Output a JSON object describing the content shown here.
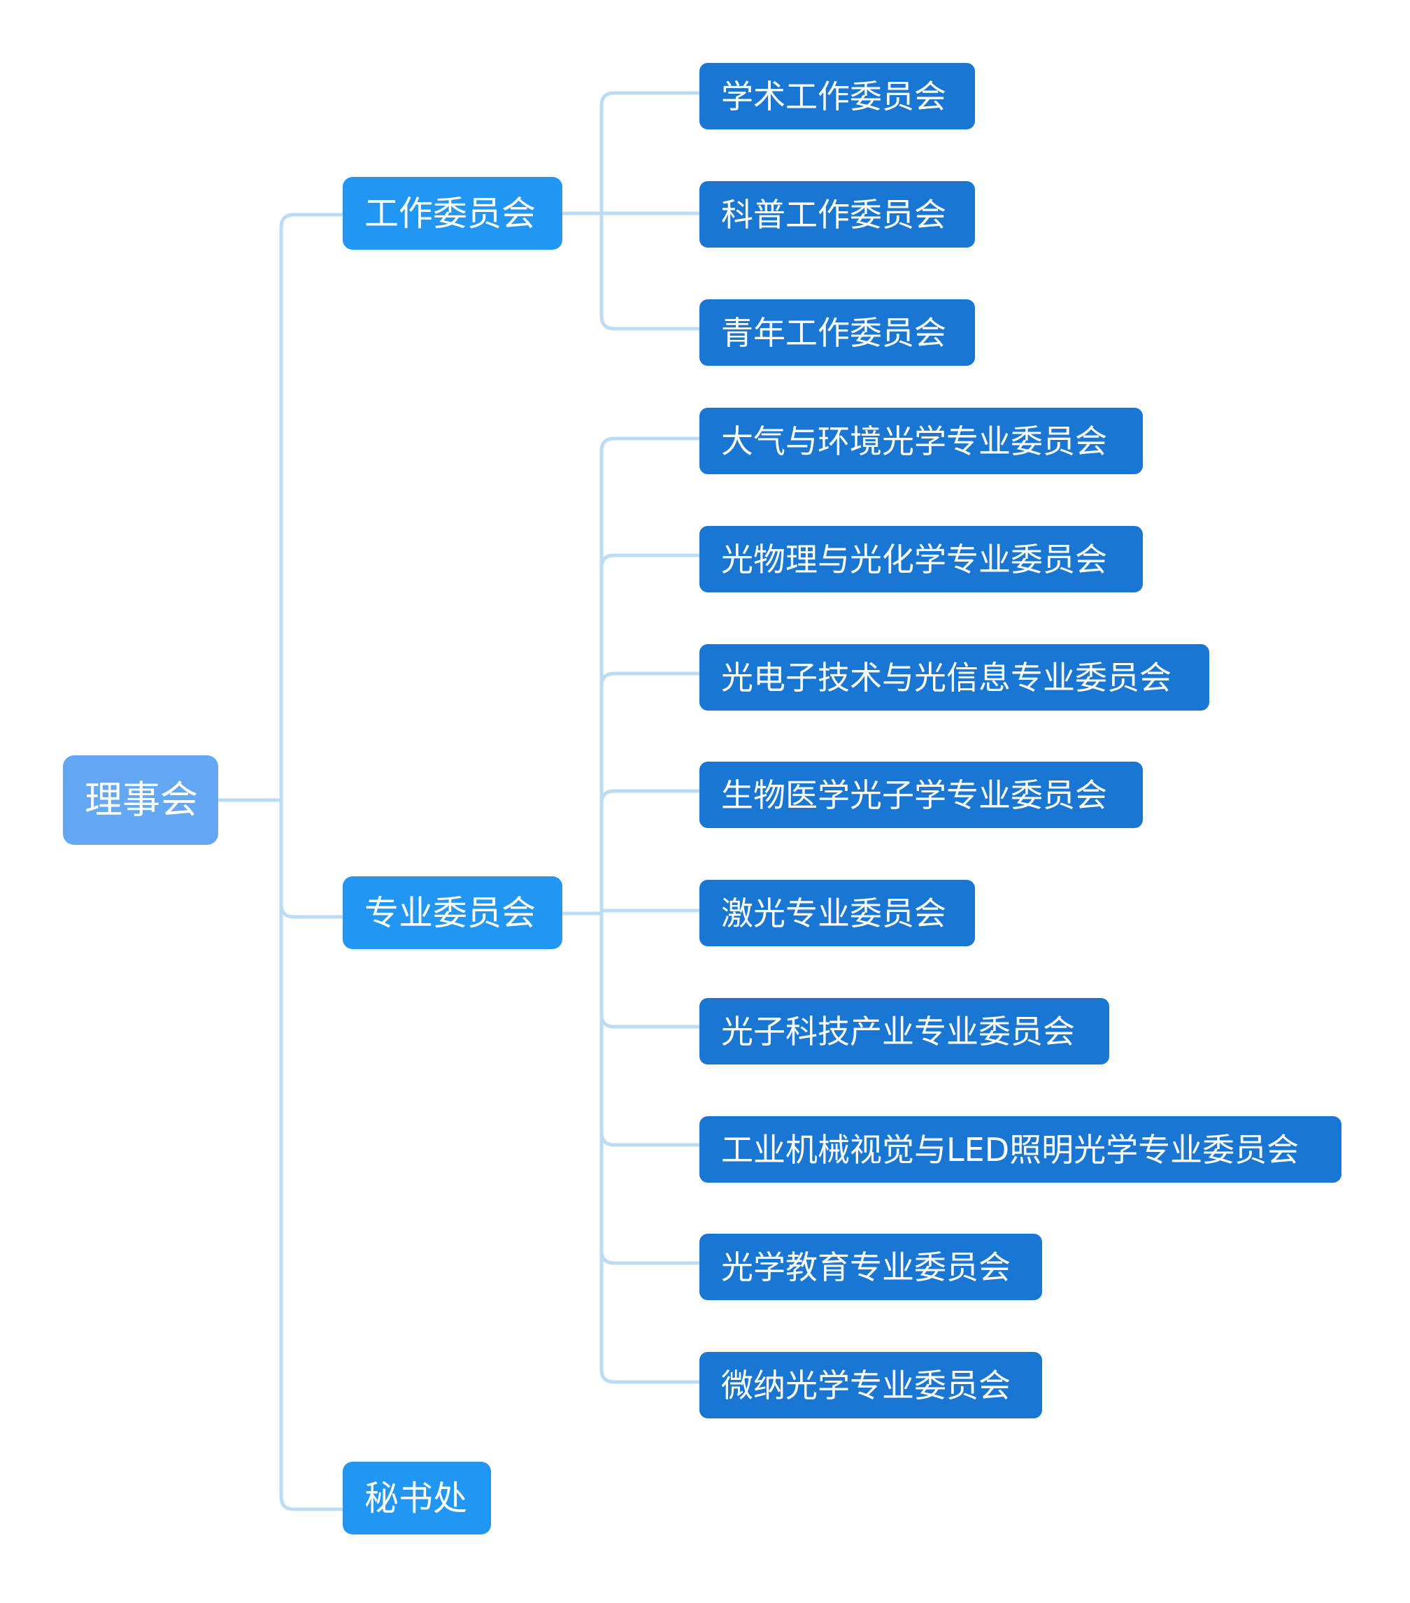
{
  "root": {
    "label": "理事会"
  },
  "branches": [
    {
      "label": "工作委员会",
      "children": [
        {
          "label": "学术工作委员会"
        },
        {
          "label": "科普工作委员会"
        },
        {
          "label": "青年工作委员会"
        }
      ]
    },
    {
      "label": "专业委员会",
      "children": [
        {
          "label": "大气与环境光学专业委员会"
        },
        {
          "label": "光物理与光化学专业委员会"
        },
        {
          "label": "光电子技术与光信息专业委员会"
        },
        {
          "label": "生物医学光子学专业委员会"
        },
        {
          "label": "激光专业委员会"
        },
        {
          "label": "光子科技产业专业委员会"
        },
        {
          "label": "工业机械视觉与LED照明光学专业委员会"
        },
        {
          "label": "光学教育专业委员会"
        },
        {
          "label": "微纳光学专业委员会"
        }
      ]
    },
    {
      "label": "秘书处",
      "children": []
    }
  ],
  "colors": {
    "root": "#64a7f2",
    "level1": "#2196f3",
    "level2": "#1976d2",
    "connector": "#bcdcf4"
  }
}
